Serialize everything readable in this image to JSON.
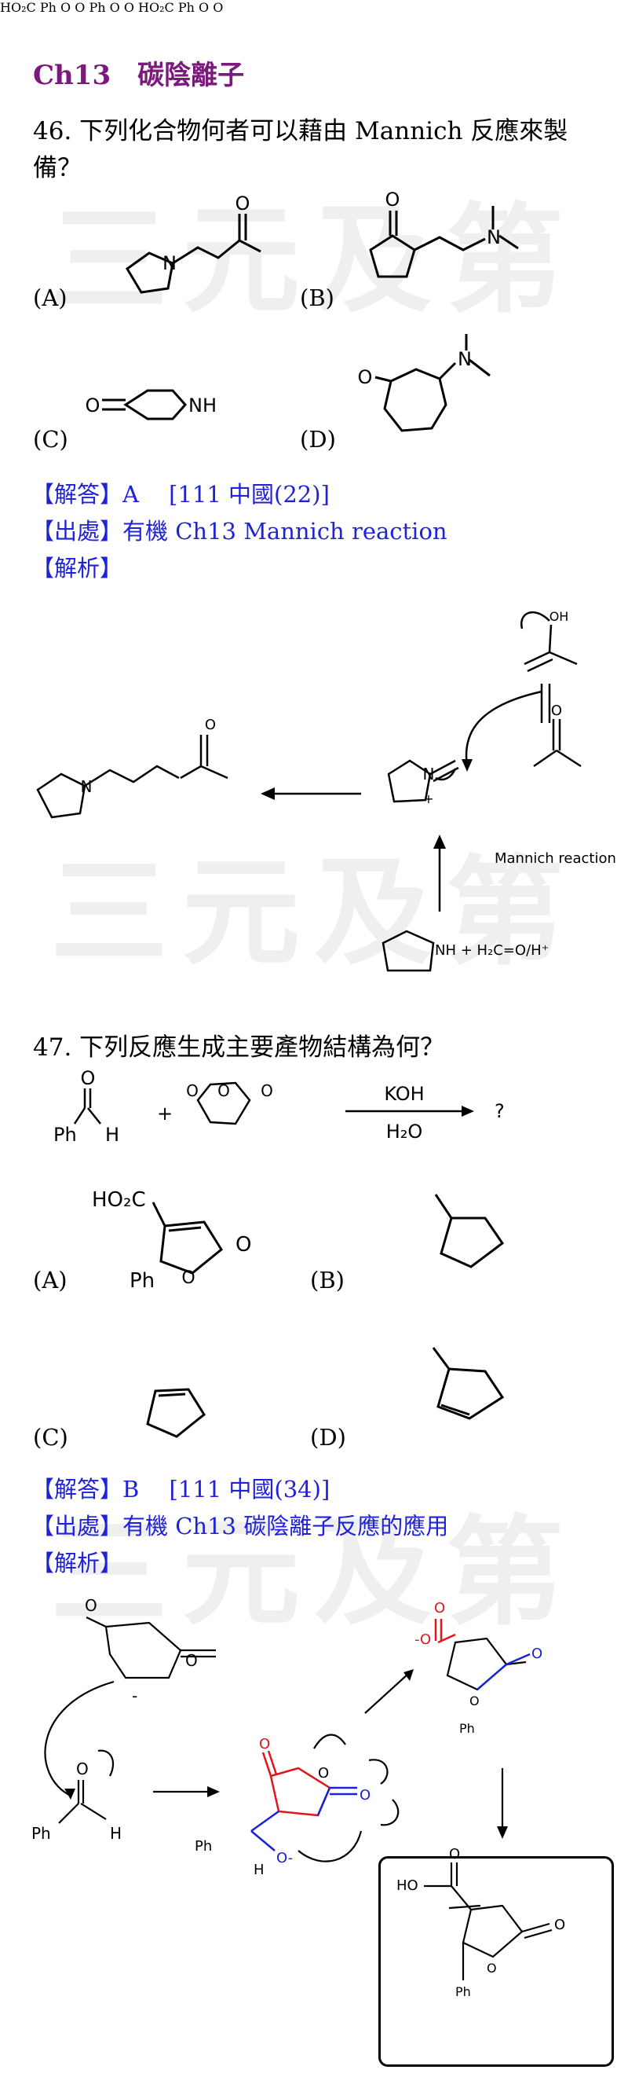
{
  "chapter_title": "Ch13　碳陰離子",
  "watermark": "三元及第",
  "q46": {
    "text": "46. 下列化合物何者可以藉由 Mannich 反應來製備？",
    "options": [
      "(A)",
      "(B)",
      "(C)",
      "(D)"
    ],
    "answer": "【解答】A　 [111 中國(22)]",
    "source": "【出處】有機 Ch13 Mannich reaction",
    "analysis": "【解析】",
    "scheme": {
      "label_reaction": "Mannich reaction",
      "label_oh": "OH",
      "label_o": "O",
      "label_n": "N",
      "label_plus": "+",
      "label_reagents": "NH + H₂C=O/H⁺"
    }
  },
  "q47": {
    "text": "47.  下列反應生成主要產物結構為何？",
    "reaction": {
      "reactant1": "Ph",
      "reactant1_h": "H",
      "plus": "+",
      "reagent_top": "KOH",
      "reagent_bottom": "H₂O",
      "product": "?"
    },
    "options": [
      "(A)",
      "(B)",
      "(C)",
      "(D)"
    ],
    "labels": {
      "ho2c": "HO₂C",
      "ph": "Ph",
      "o": "O"
    },
    "answer": "【解答】B　 [111 中國(34)]",
    "source": "【出處】有機 Ch13  碳陰離子反應的應用",
    "analysis": "【解析】",
    "mech": {
      "ph": "Ph",
      "h": "H",
      "minus": "-",
      "o_minus": "O-",
      "neg_o": "-O",
      "ho": "HO"
    }
  },
  "colors": {
    "chapter": "#7b1a7c",
    "answer_blue": "#1f22d6",
    "mech_red": "#e0161b",
    "mech_blue": "#1a22d4"
  }
}
